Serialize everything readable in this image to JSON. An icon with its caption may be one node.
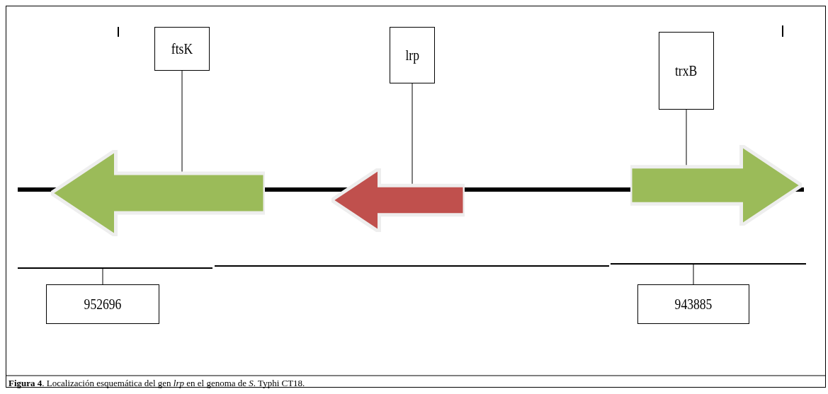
{
  "diagram": {
    "caption": "**Figura 4**. Localización esquemática del gen *lrp* en el genoma de *S*. Typhi CT18.",
    "nodes": [
      {
        "text": [
          "ftsK"
        ]
      },
      {
        "text": [
          "lrp"
        ]
      },
      {
        "text": [
          "trxB"
        ]
      },
      {
        "text": [],
        "shape": "arrow"
      },
      {
        "text": [],
        "shape": "arrow"
      },
      {
        "text": [],
        "shape": "arrow"
      },
      {
        "text": [
          "952696"
        ]
      },
      {
        "text": [
          "943885"
        ]
      }
    ],
    "edges": [
      {
        "from": 0,
        "to": 3,
        "arrow": "none"
      },
      {
        "from": 1,
        "to": 4,
        "arrow": "none"
      },
      {
        "from": 2,
        "to": 5,
        "arrow": "none"
      },
      {
        "from": 6,
        "to": null,
        "arrow": "none"
      },
      {
        "from": 7,
        "to": null,
        "arrow": "none"
      }
    ]
  }
}
